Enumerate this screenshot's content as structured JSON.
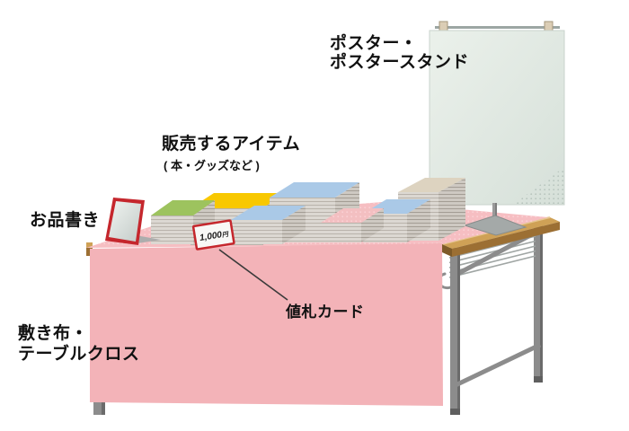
{
  "labels": {
    "poster_stand": "ポスター・\nポスタースタンド",
    "items_title": "販売するアイテム",
    "items_subtitle": "( 本・グッズなど )",
    "menu_sign": "お品書き",
    "price_card": "値札カード",
    "tablecloth": "敷き布・\nテーブルクロス"
  },
  "price_card": {
    "amount": "1,000",
    "unit": "円"
  },
  "colors": {
    "label_text": "#111111",
    "cloth": "#f3b3b8",
    "cloth_top": "#f6bec2",
    "cloth_dot": "#fad2d5",
    "wood_top": "#cfa156",
    "wood_front": "#9c6f33",
    "metal": "#8c8c8c",
    "metal_dark": "#6b6b6b",
    "poster_light": "#ebf1eb",
    "poster_dark": "#d6e0d9",
    "stack_green": "#9dc35e",
    "stack_yellow": "#f8c801",
    "stack_blue": "#aac9e7",
    "stack_beige": "#ddd3c0",
    "stack_pink": "#f3bfc1",
    "frame_red": "#c5272d",
    "card_face": "#f8f8f6",
    "leader_line": "#3a3a3a"
  }
}
